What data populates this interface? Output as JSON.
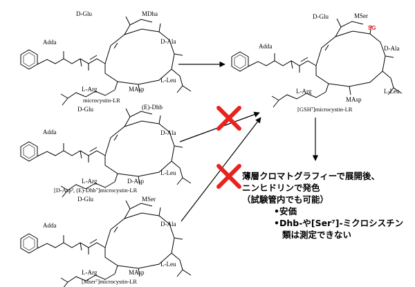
{
  "top_left": {
    "labels": {
      "dglu": "D-Glu",
      "mdha": "MDha",
      "dala": "D-Ala",
      "adda": "Adda",
      "larg": "L-Arg",
      "masp": "MAsp",
      "lleu": "L-Leu"
    },
    "caption": "microcystin-LR"
  },
  "mid_left": {
    "labels": {
      "dglu": "D-Glu",
      "dhb": "(E)-Dhb",
      "dala": "D-Ala",
      "adda": "Adda",
      "larg": "L-Arg",
      "dasp": "D-Asp",
      "lleu": "L-Leu"
    },
    "caption": "[D-Asp³, (E)-Dhb⁷]microcystin-LR"
  },
  "bot_left": {
    "labels": {
      "dglu": "D-Glu",
      "mser": "MSer",
      "dala": "D-Ala",
      "adda": "Adda",
      "larg": "L-Arg",
      "masp": "MAsp",
      "lleu": "L-Leu"
    },
    "caption": "[Mser⁷]microcystin-LR"
  },
  "product": {
    "labels": {
      "dglu": "D-Glu",
      "mser": "MSer",
      "sg": "SG",
      "dala": "D-Ala",
      "adda": "Adda",
      "larg": "L-Arg",
      "masp": "MAsp",
      "lleu": "L-Leu"
    },
    "caption": "[GSH⁷]microcystin-LR"
  },
  "note": {
    "line1": "薄層クロマトグラフィーで展開後、",
    "line2": "ニンヒドリンで発色",
    "line3": "（試験管内でも可能）",
    "bullet1": "•安価",
    "bullet2": "•Dhb-や[Ser⁷]-ミクロシスチン",
    "bullet3": "類は測定できない"
  },
  "colors": {
    "cross": "#e8231e",
    "sg": "#e8231e",
    "ink": "#000000"
  },
  "icons": [
    "cross-mark-icon",
    "cross-mark-icon"
  ]
}
